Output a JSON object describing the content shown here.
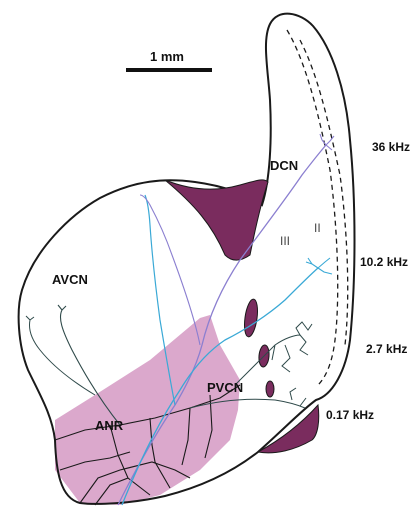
{
  "scale_bar": {
    "label": "1 mm"
  },
  "regions": {
    "dcn": "DCN",
    "avcn": "AVCN",
    "pvcn": "PVCN",
    "anr": "ANR"
  },
  "layers": {
    "layer_ii": "II",
    "layer_iii": "III"
  },
  "frequencies": [
    "36 kHz",
    "10.2 kHz",
    "2.7 kHz",
    "0.17 kHz"
  ],
  "colors": {
    "outline": "#1a1a1a",
    "granule_fill": "#7a2c5e",
    "anr_fill": "#dba8cc",
    "fiber_cyan": "#3aa9d6",
    "fiber_purple": "#8b7fd0",
    "fiber_dark": "#2f4a4a"
  }
}
